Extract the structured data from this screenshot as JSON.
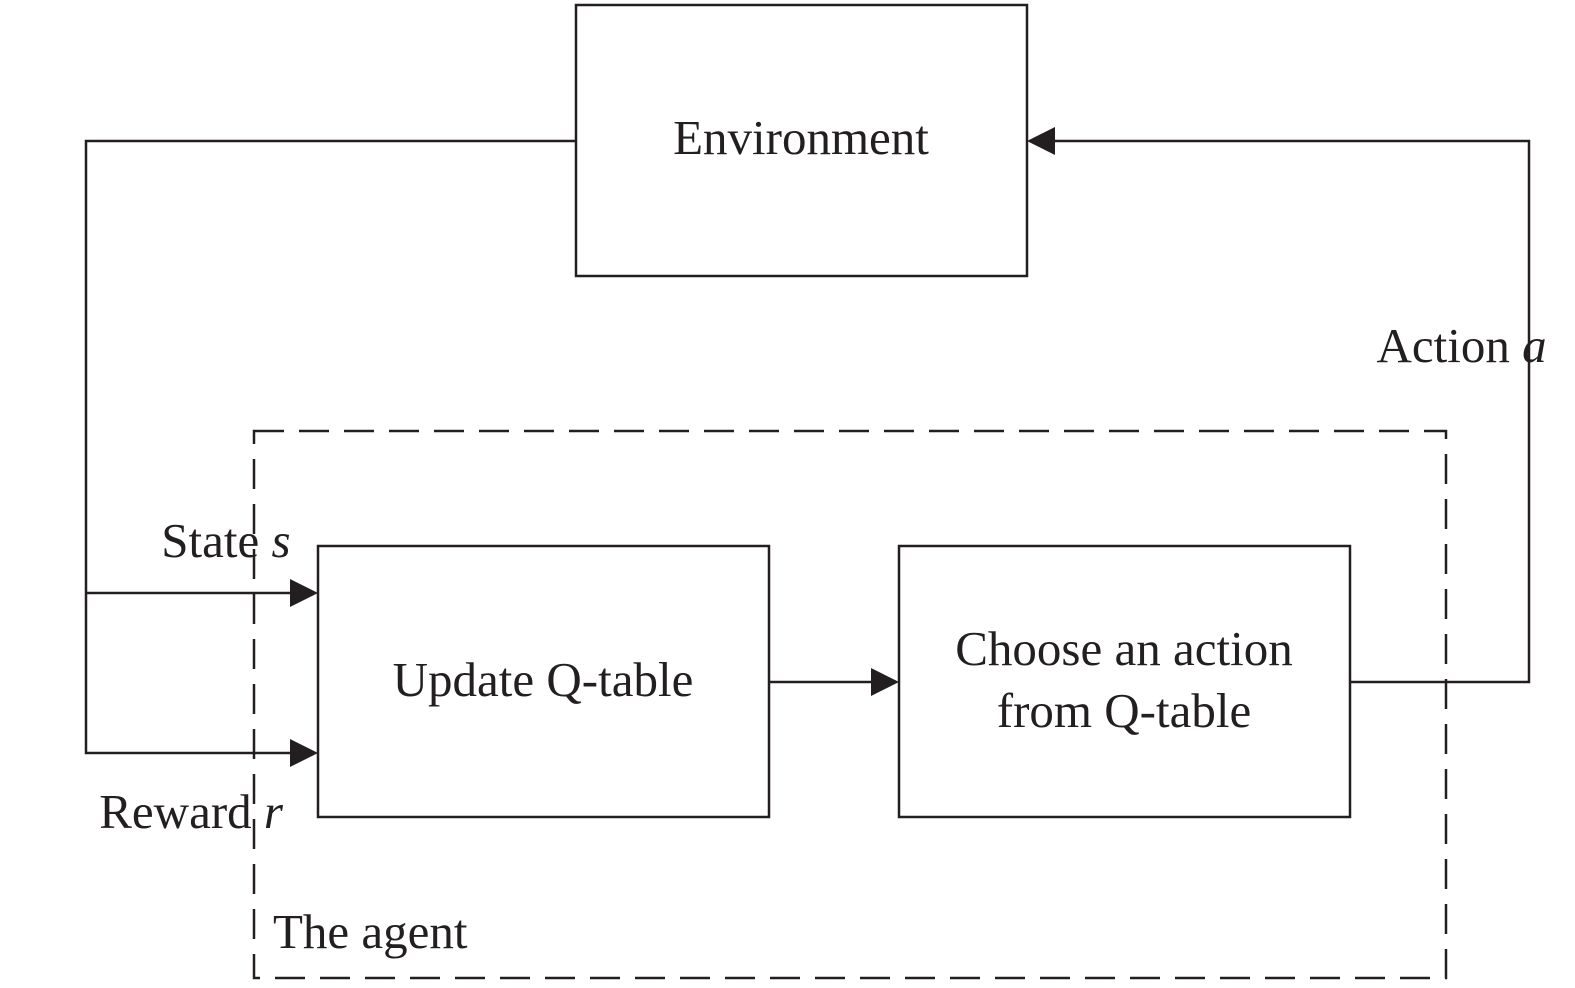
{
  "nodes": {
    "environment": {
      "label": "Environment"
    },
    "update_q_table": {
      "label": "Update Q-table"
    },
    "choose_action": {
      "line1": "Choose an action",
      "line2": "from Q-table"
    }
  },
  "group": {
    "agent": {
      "label": "The agent"
    }
  },
  "edges": {
    "state": {
      "text": "State ",
      "var": "s"
    },
    "reward": {
      "text": "Reward ",
      "var": "r"
    },
    "action": {
      "text": "Action ",
      "var": "a"
    }
  },
  "colors": {
    "stroke": "#231f20",
    "background": "#ffffff"
  }
}
